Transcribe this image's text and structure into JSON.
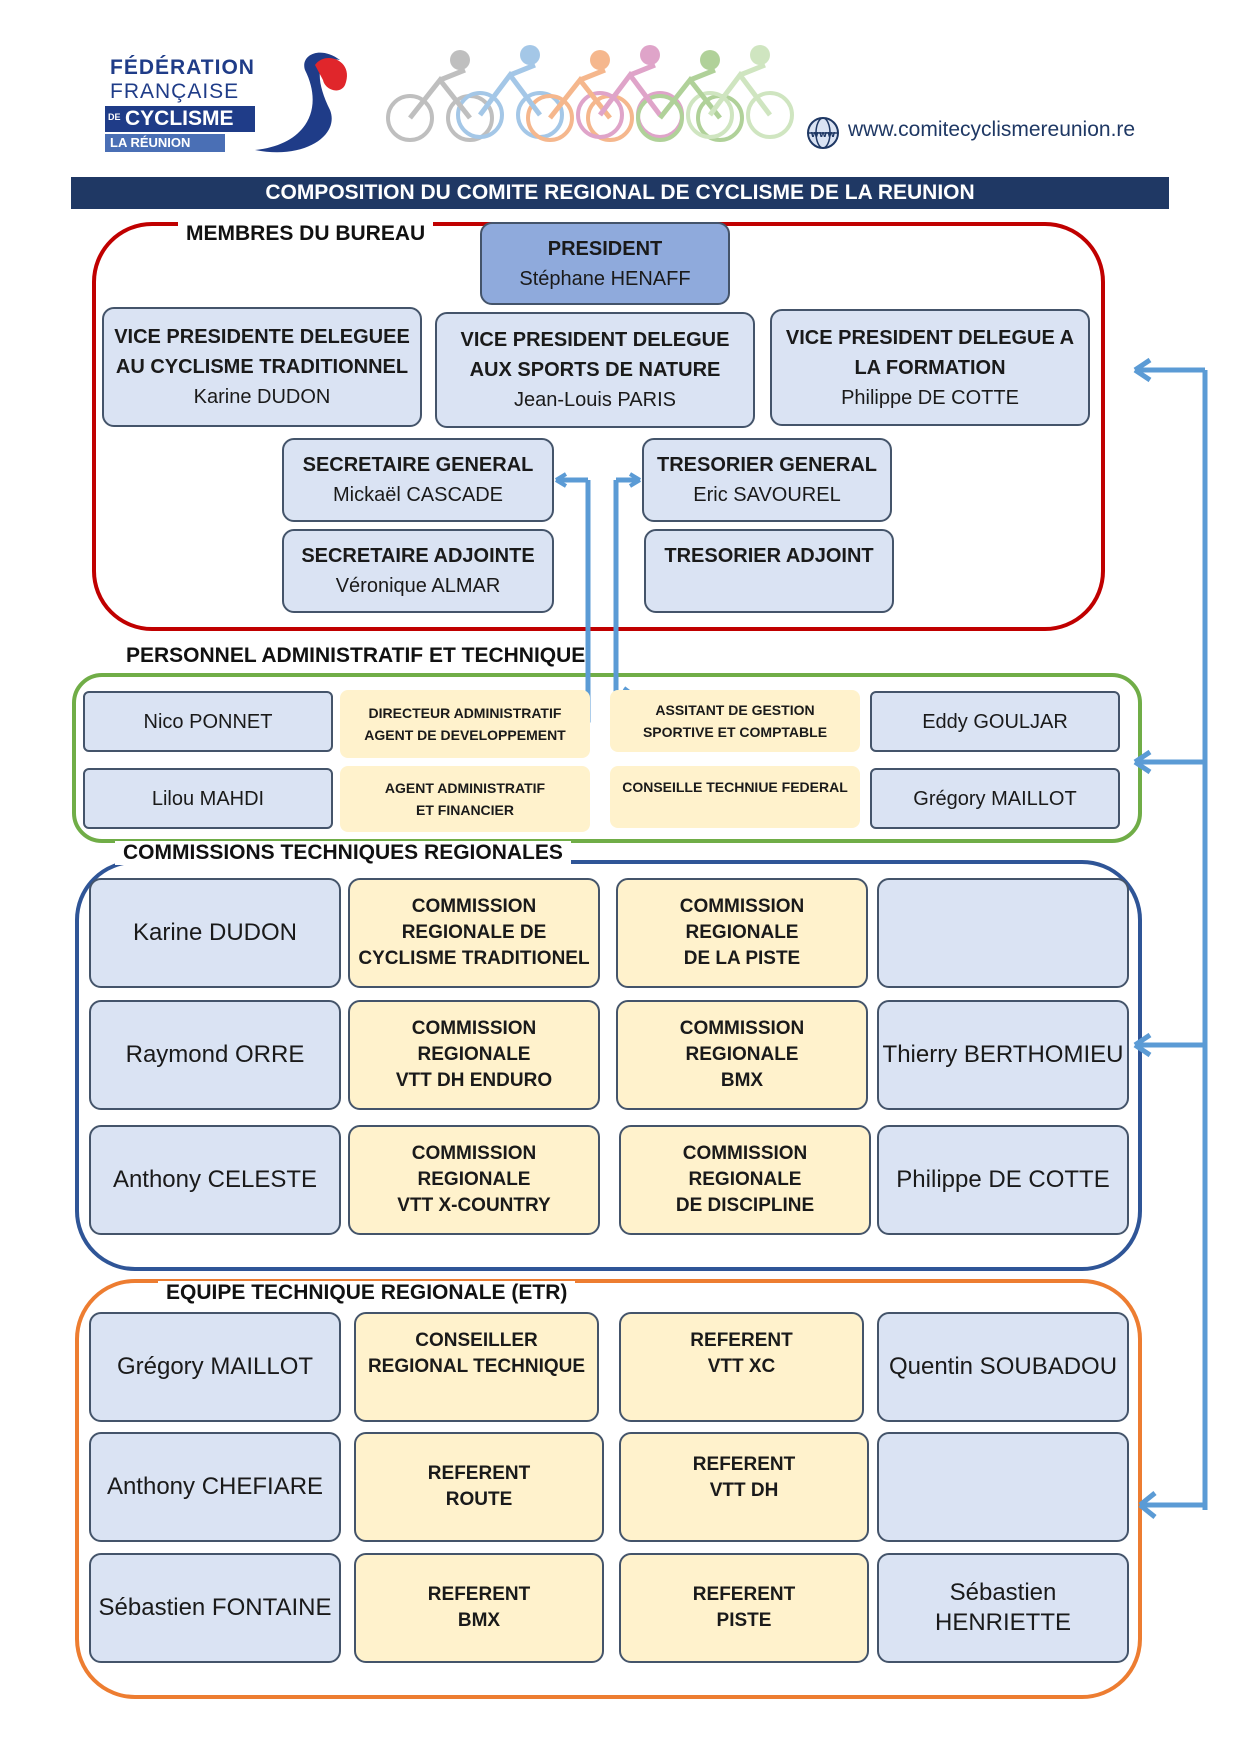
{
  "header": {
    "logo_lines": [
      "FÉDÉRATION",
      "FRANÇAISE",
      "CYCLISME",
      "LA RÉUNION"
    ],
    "logo_de": "DE",
    "website": "www.comitecyclismereunion.re",
    "title": "COMPOSITION DU COMITE REGIONAL DE CYCLISME DE LA REUNION"
  },
  "colors": {
    "banner": "#1f3864",
    "bureau": "#c00000",
    "personnel": "#70ad47",
    "commissions": "#2f5597",
    "etr": "#ed7d31",
    "arrow": "#5b9bd5"
  },
  "bureau": {
    "label": "MEMBRES DU BUREAU",
    "president": {
      "title": "PRESIDENT",
      "name": "Stéphane HENAFF"
    },
    "vp1": {
      "title1": "VICE PRESIDENTE DELEGUEE",
      "title2": "AU CYCLISME TRADITIONNEL",
      "name": "Karine DUDON"
    },
    "vp2": {
      "title1": "VICE PRESIDENT DELEGUE",
      "title2": "AUX SPORTS DE NATURE",
      "name": "Jean-Louis PARIS"
    },
    "vp3": {
      "title1": "VICE PRESIDENT DELEGUE A",
      "title2": "LA FORMATION",
      "name": "Philippe DE COTTE"
    },
    "secretaire": {
      "title": "SECRETAIRE GENERAL",
      "name": "Mickaël CASCADE"
    },
    "tresorier": {
      "title": "TRESORIER GENERAL",
      "name": "Eric SAVOUREL"
    },
    "secretaire_adj": {
      "title": "SECRETAIRE ADJOINTE",
      "name": "Véronique ALMAR"
    },
    "tresorier_adj": {
      "title": "TRESORIER ADJOINT"
    }
  },
  "personnel": {
    "label": "PERSONNEL ADMINISTRATIF ET TECHNIQUE",
    "names": [
      "Nico PONNET",
      "Lilou MAHDI",
      "Eddy GOULJAR",
      "Grégory MAILLOT"
    ],
    "roles": [
      [
        "DIRECTEUR ADMINISTRATIF",
        "AGENT DE DEVELOPPEMENT"
      ],
      [
        "ASSITANT DE GESTION",
        "SPORTIVE ET COMPTABLE"
      ],
      [
        "AGENT ADMINISTRATIF",
        "ET FINANCIER"
      ],
      [
        "CONSEILLE TECHNIUE FEDERAL"
      ]
    ]
  },
  "commissions": {
    "label": "COMMISSIONS TECHNIQUES REGIONALES",
    "left_names": [
      "Karine DUDON",
      "Raymond ORRE",
      "Anthony CELESTE"
    ],
    "right_names": [
      "",
      "Thierry BERTHOMIEU",
      "Philippe DE COTTE"
    ],
    "left_titles": [
      [
        "COMMISSION",
        "REGIONALE DE",
        "CYCLISME TRADITIONEL"
      ],
      [
        "COMMISSION",
        "REGIONALE",
        "VTT DH ENDURO"
      ],
      [
        "COMMISSION",
        "REGIONALE",
        "VTT X-COUNTRY"
      ]
    ],
    "right_titles": [
      [
        "COMMISSION",
        "REGIONALE",
        "DE LA PISTE"
      ],
      [
        "COMMISSION",
        "REGIONALE",
        "BMX"
      ],
      [
        "COMMISSION",
        "REGIONALE",
        "DE DISCIPLINE"
      ]
    ]
  },
  "etr": {
    "label": "EQUIPE TECHNIQUE REGIONALE (ETR)",
    "left_names": [
      "Grégory MAILLOT",
      "Anthony CHEFIARE",
      "Sébastien FONTAINE"
    ],
    "right_names": [
      "Quentin SOUBADOU",
      "",
      "Sébastien HENRIETTE"
    ],
    "left_titles": [
      [
        "CONSEILLER",
        "REGIONAL TECHNIQUE"
      ],
      [
        "REFERENT",
        "ROUTE"
      ],
      [
        "REFERENT",
        "BMX"
      ]
    ],
    "right_titles": [
      [
        "REFERENT",
        "VTT XC"
      ],
      [
        "REFERENT",
        "VTT DH"
      ],
      [
        "REFERENT",
        "PISTE"
      ]
    ]
  }
}
